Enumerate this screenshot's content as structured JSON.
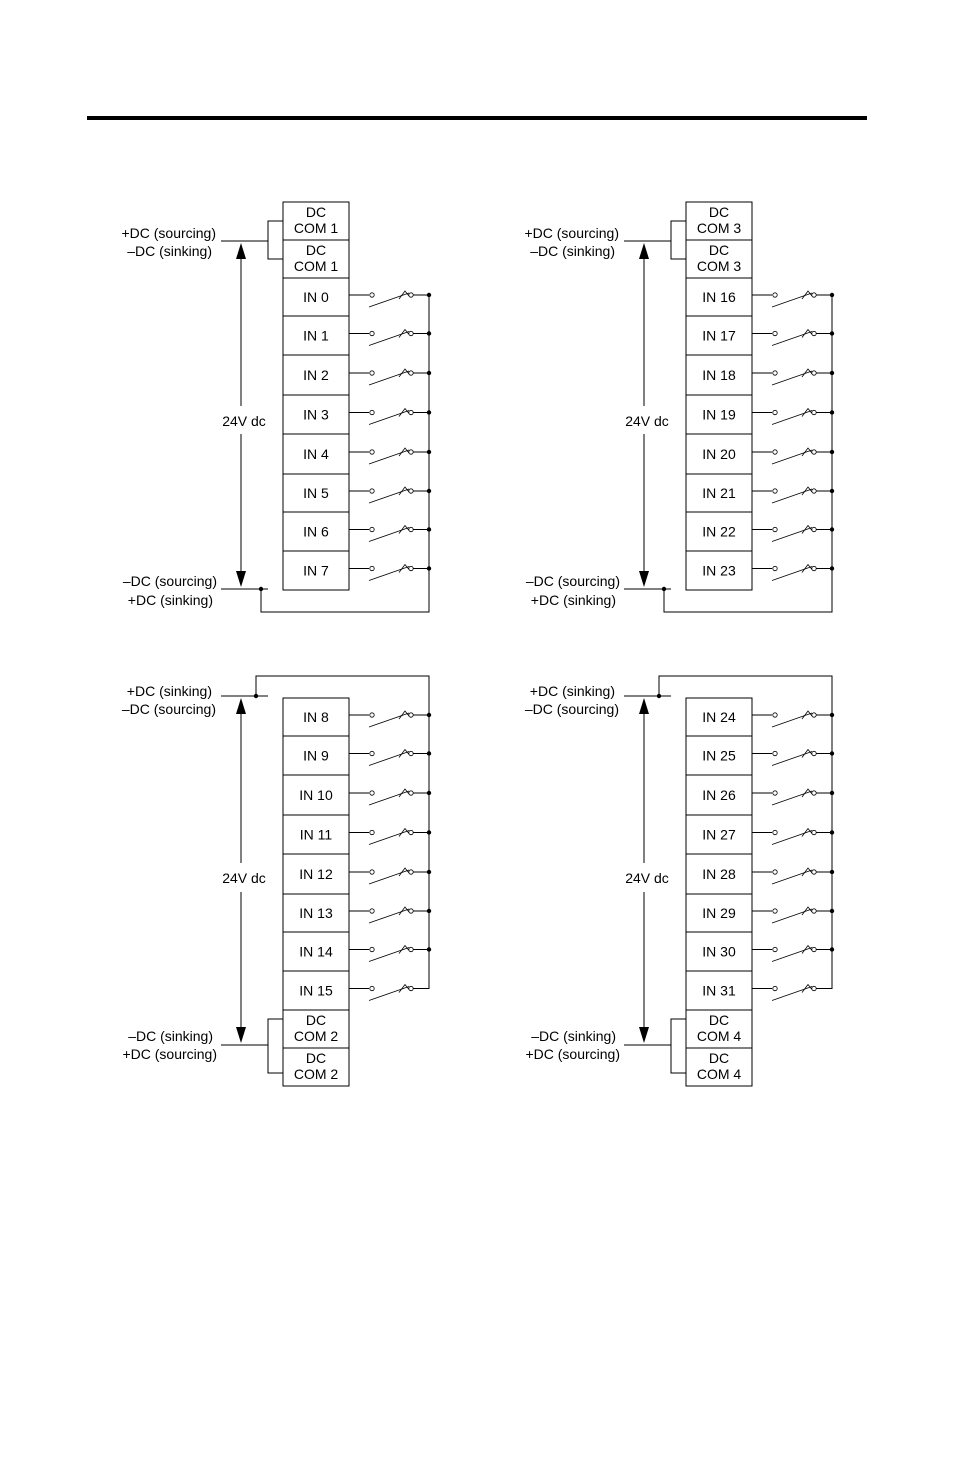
{
  "voltage_label": "24V dc",
  "panels": [
    {
      "id": "top-left",
      "upper_labels": [
        "+DC (sourcing)",
        "–DC (sinking)"
      ],
      "lower_labels": [
        "–DC (sourcing)",
        "+DC (sinking)"
      ],
      "com_top": [
        [
          "DC",
          "COM 1"
        ],
        [
          "DC",
          "COM 1"
        ]
      ],
      "inputs": [
        "IN 0",
        "IN 1",
        "IN 2",
        "IN 3",
        "IN 4",
        "IN 5",
        "IN 6",
        "IN 7"
      ],
      "com_bottom": []
    },
    {
      "id": "top-right",
      "upper_labels": [
        "+DC (sourcing)",
        "–DC (sinking)"
      ],
      "lower_labels": [
        "–DC (sourcing)",
        "+DC (sinking)"
      ],
      "com_top": [
        [
          "DC",
          "COM 3"
        ],
        [
          "DC",
          "COM 3"
        ]
      ],
      "inputs": [
        "IN 16",
        "IN 17",
        "IN 18",
        "IN 19",
        "IN 20",
        "IN 21",
        "IN 22",
        "IN 23"
      ],
      "com_bottom": []
    },
    {
      "id": "bottom-left",
      "upper_labels": [
        "+DC (sinking)",
        "–DC (sourcing)"
      ],
      "lower_labels": [
        "–DC (sinking)",
        "+DC (sourcing)"
      ],
      "com_top": [],
      "inputs": [
        "IN 8",
        "IN 9",
        "IN 10",
        "IN 11",
        "IN 12",
        "IN 13",
        "IN 14",
        "IN 15"
      ],
      "com_bottom": [
        [
          "DC",
          "COM 2"
        ],
        [
          "DC",
          "COM 2"
        ]
      ]
    },
    {
      "id": "bottom-right",
      "upper_labels": [
        "+DC (sinking)",
        "–DC (sourcing)"
      ],
      "lower_labels": [
        "–DC (sinking)",
        "+DC (sourcing)"
      ],
      "com_top": [],
      "inputs": [
        "IN 24",
        "IN 25",
        "IN 26",
        "IN 27",
        "IN 28",
        "IN 29",
        "IN 30",
        "IN 31"
      ],
      "com_bottom": [
        [
          "DC",
          "COM 4"
        ],
        [
          "DC",
          "COM 4"
        ]
      ]
    }
  ]
}
